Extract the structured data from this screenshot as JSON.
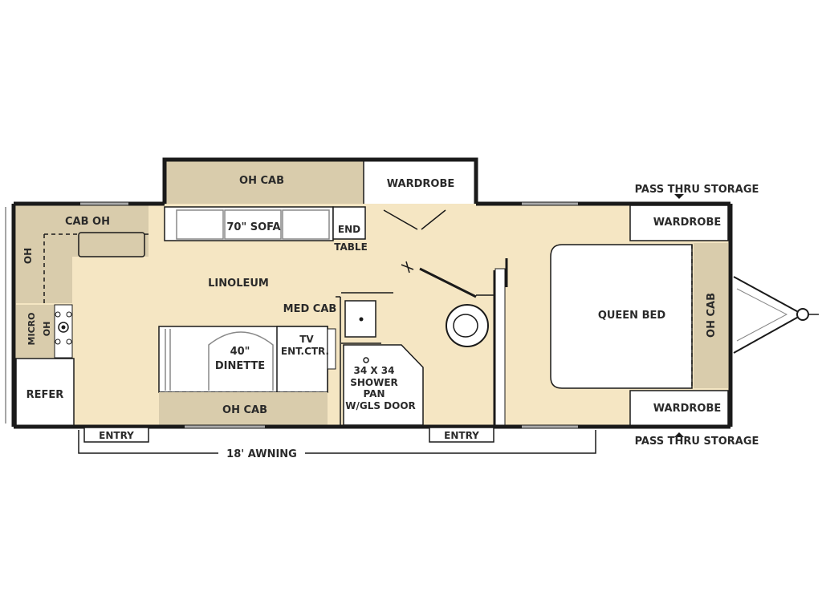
{
  "colors": {
    "floor": "#f5e6c3",
    "cabinet": "#d9ccac",
    "wall": "#1a1a1a",
    "white": "#ffffff"
  },
  "labels": {
    "oh_cab_top": "OH CAB",
    "wardrobe_top": "WARDROBE",
    "pass_thru_top": "PASS THRU STORAGE",
    "pass_thru_bottom": "PASS THRU STORAGE",
    "cab_oh": "CAB OH",
    "oh_left": "OH",
    "micro": "MICRO",
    "oh_micro": "OH",
    "sofa": "70\" SOFA",
    "end": "END",
    "table": "TABLE",
    "linoleum": "LINOLEUM",
    "med_cab": "MED CAB",
    "tv": "TV",
    "ent_ctr": "ENT.CTR.",
    "dinette_size": "40\"",
    "dinette": "DINETTE",
    "shower_line1": "34 X 34",
    "shower_line2": "SHOWER",
    "shower_line3": "PAN",
    "shower_line4": "W/GLS DOOR",
    "oh_cab_bottom": "OH CAB",
    "refer": "REFER",
    "queen_bed": "QUEEN BED",
    "oh_cab_right": "OH CAB",
    "wardrobe_right_top": "WARDROBE",
    "wardrobe_right_bottom": "WARDROBE",
    "entry_left": "ENTRY",
    "entry_right": "ENTRY",
    "awning": "18' AWNING"
  }
}
